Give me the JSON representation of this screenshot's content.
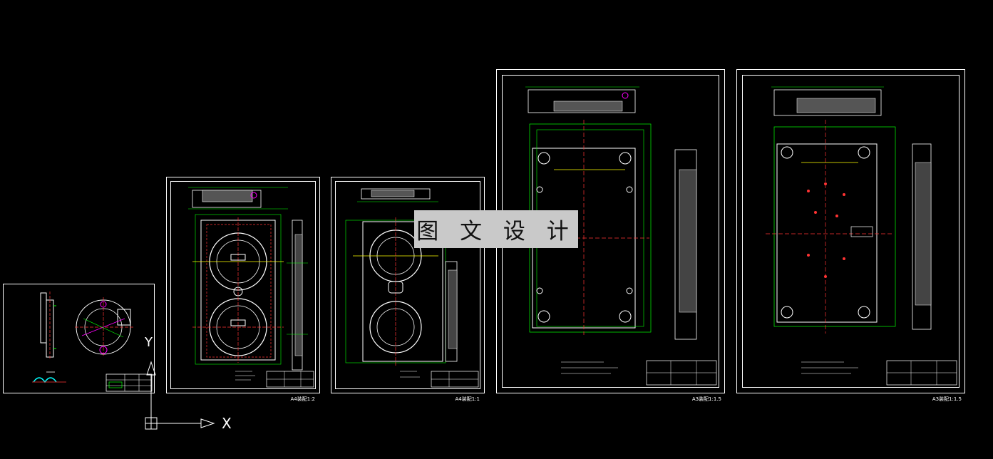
{
  "watermark": {
    "text": "图 文 设 计"
  },
  "colors": {
    "background": "#000000",
    "frame": "#ffffff",
    "dimension": "#00ff00",
    "centerline": "#ff3333",
    "annotation": "#ff00ff",
    "geometry": "#ffffff",
    "title_block_text": "#ff00ff"
  },
  "sheets": [
    {
      "id": "sheet-assembly",
      "scale_label": ""
    },
    {
      "id": "sheet-cavity-plate",
      "scale_label": "A4装配1:2"
    },
    {
      "id": "sheet-core-plate",
      "scale_label": "A4装配1:1"
    },
    {
      "id": "sheet-fixed-plate",
      "scale_label": "A3装配1:1.5"
    },
    {
      "id": "sheet-moving-plate",
      "scale_label": "A3装配1:1.5"
    }
  ],
  "ucs": {
    "x_label": "X",
    "y_label": "Y"
  }
}
